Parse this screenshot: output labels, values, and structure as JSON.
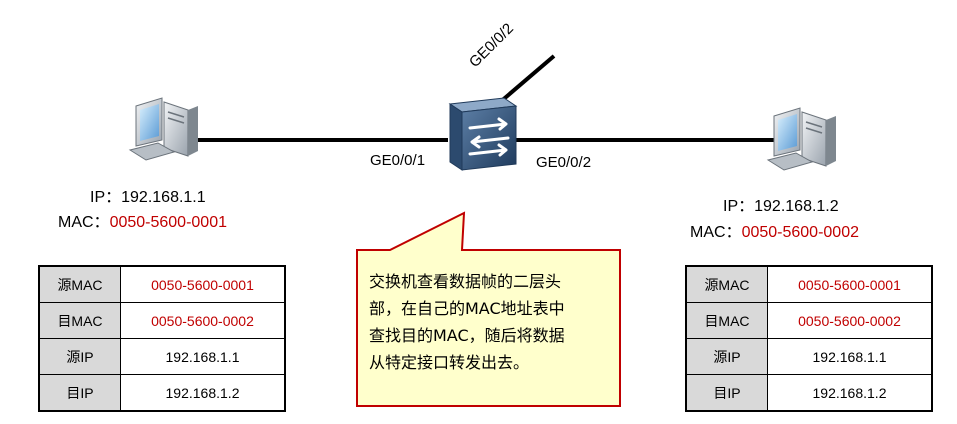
{
  "ports": {
    "ge001": "GE0/0/1",
    "ge002": "GE0/0/2",
    "uplink": "GE0/0/2"
  },
  "left_host": {
    "ip_label": "IP：",
    "ip": "192.168.1.1",
    "mac_label": "MAC：",
    "mac": "0050-5600-0001"
  },
  "right_host": {
    "ip_label": "IP：",
    "ip": "192.168.1.2",
    "mac_label": "MAC：",
    "mac": "0050-5600-0002"
  },
  "left_table": [
    {
      "key": "源MAC",
      "value": "0050-5600-0001"
    },
    {
      "key": "目MAC",
      "value": "0050-5600-0002"
    },
    {
      "key": "源IP",
      "value": "192.168.1.1"
    },
    {
      "key": "目IP",
      "value": "192.168.1.2"
    }
  ],
  "right_table": [
    {
      "key": "源MAC",
      "value": "0050-5600-0001"
    },
    {
      "key": "目MAC",
      "value": "0050-5600-0002"
    },
    {
      "key": "源IP",
      "value": "192.168.1.1"
    },
    {
      "key": "目IP",
      "value": "192.168.1.2"
    }
  ],
  "callout": {
    "lines": [
      "交换机查看数据帧的二层头",
      "部，在自己的MAC地址表中",
      "查找目的MAC，随后将数据",
      "从特定接口转发出去。"
    ]
  },
  "colors": {
    "mac_text": "#c00000",
    "table_key_bg": "#d9d9d9",
    "callout_fill": "#ffffcc",
    "callout_border": "#c00000"
  },
  "icons": [
    "left-computer-icon",
    "right-computer-icon",
    "switch-icon"
  ]
}
